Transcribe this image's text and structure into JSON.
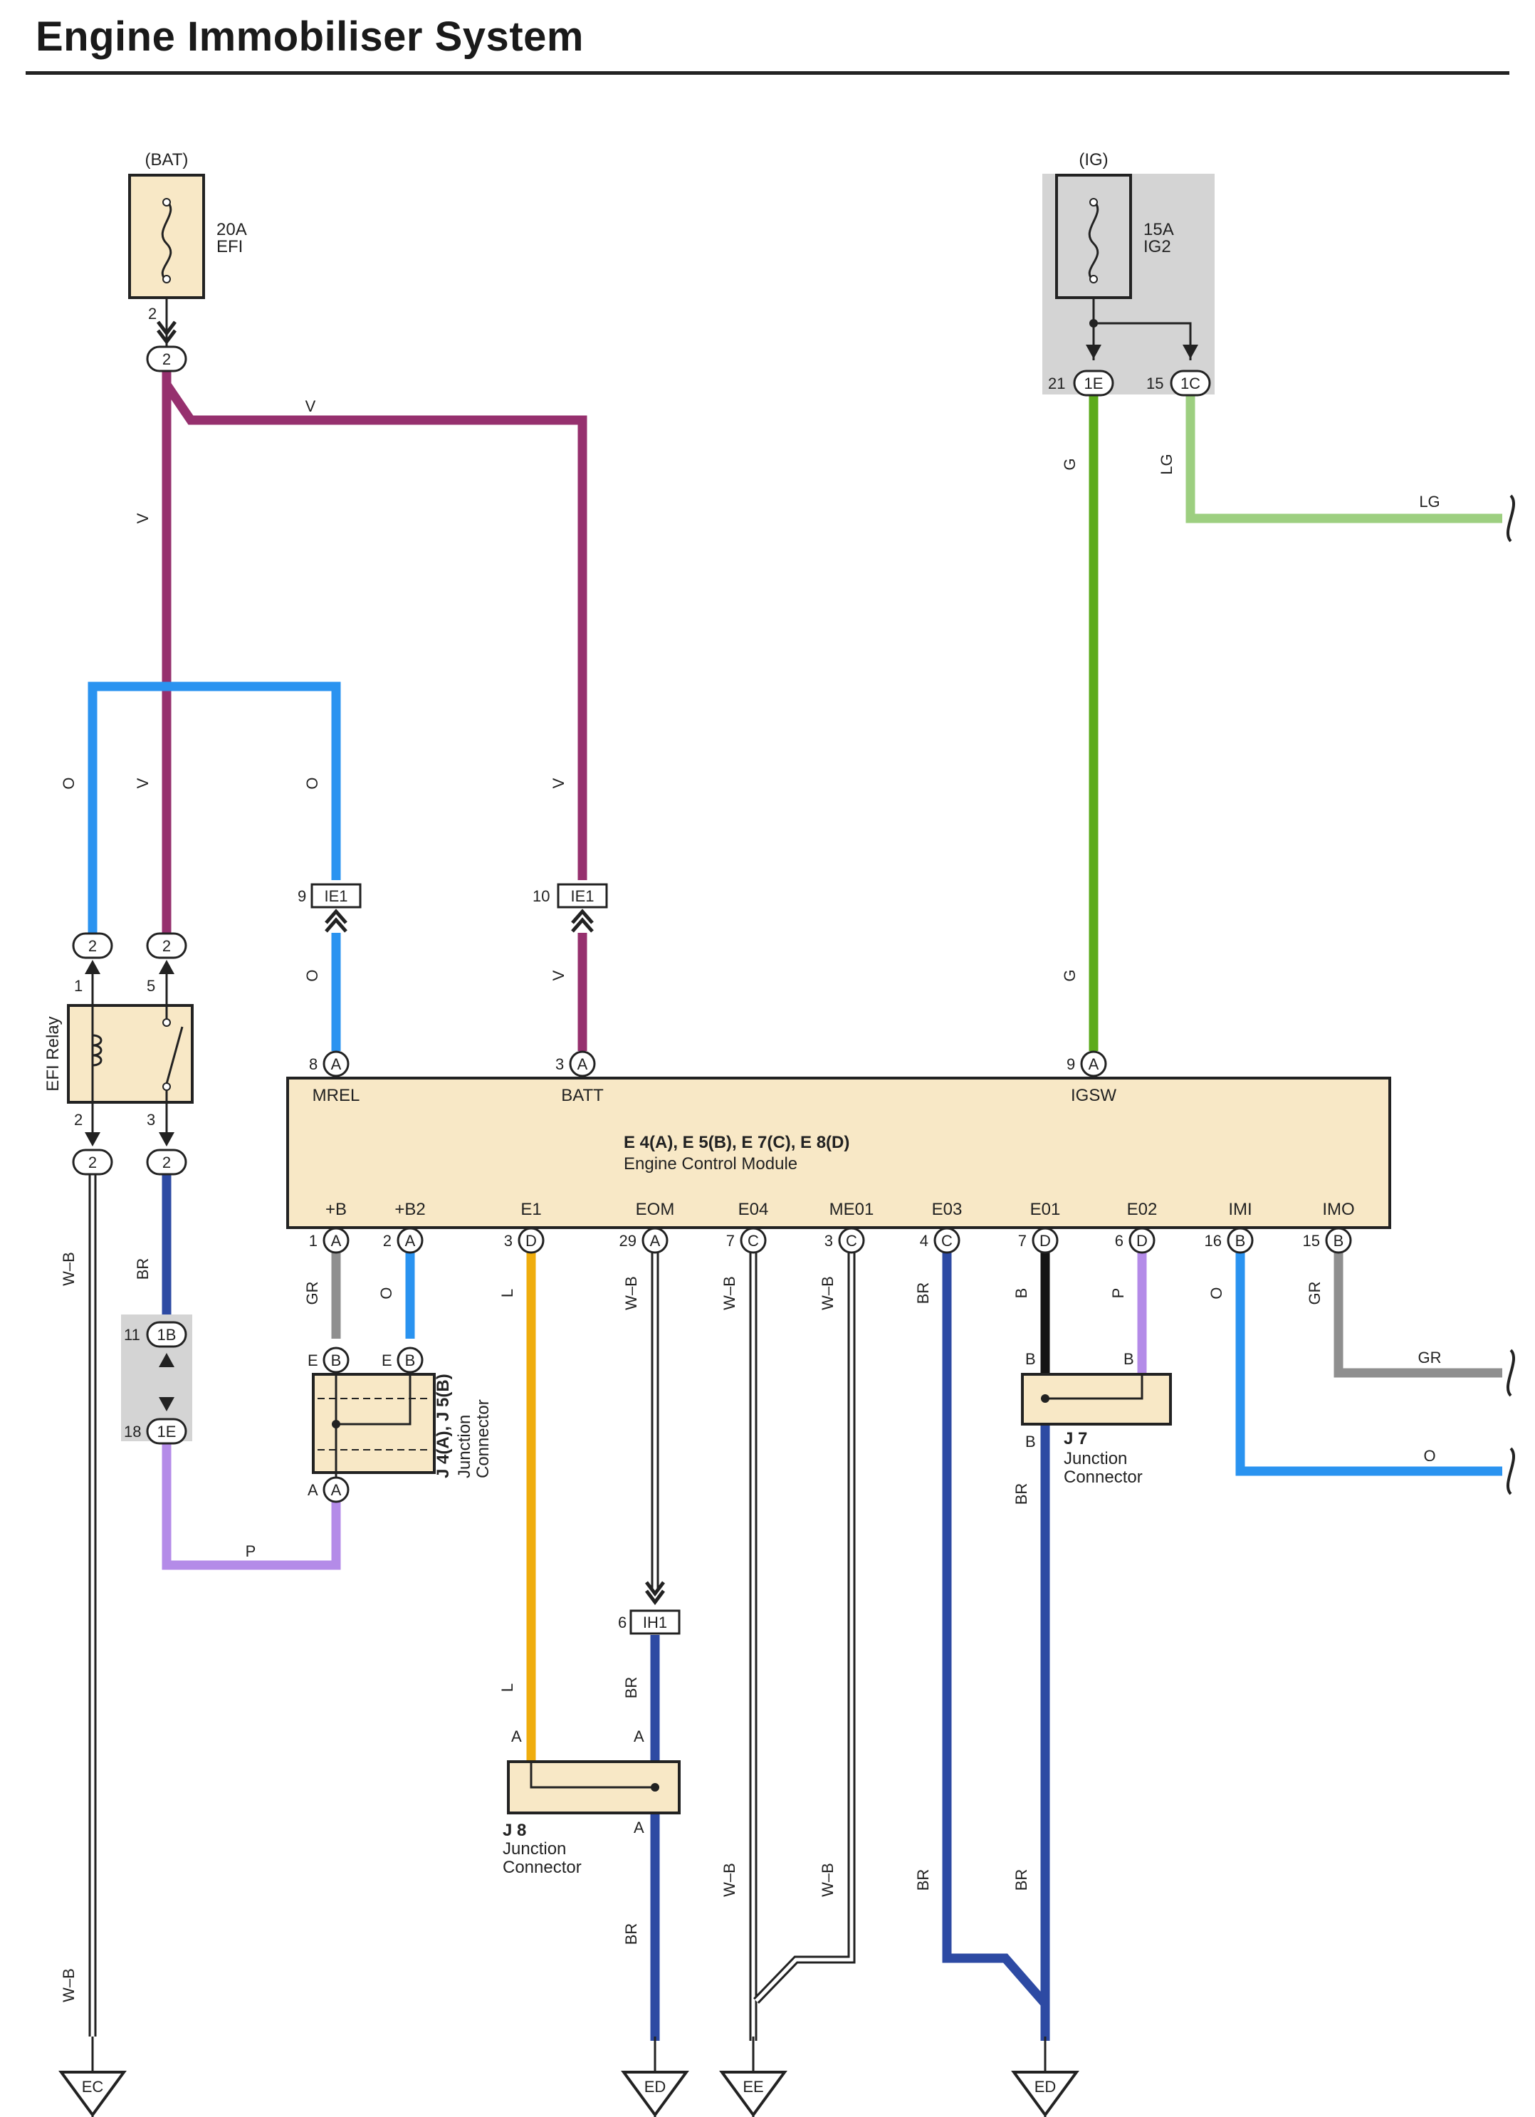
{
  "title": "Engine Immobiliser System",
  "colors": {
    "V": "#96306e",
    "O": "#2a93f0",
    "G": "#5cab1c",
    "LG": "#9dcf80",
    "BR": "#2d4aa3",
    "L": "#efad0e",
    "P": "#b48be8",
    "GR": "#8f8f8f",
    "B": "#141414",
    "component_fill": "#f8e8c6",
    "shade": "#d4d4d4"
  },
  "power": {
    "bat_label": "(BAT)",
    "efi_fuse": {
      "rating": "20A",
      "name": "EFI"
    },
    "ig_label": "(IG)",
    "ig2_fuse": {
      "rating": "15A",
      "name": "IG2"
    }
  },
  "relay": {
    "name": "EFI Relay"
  },
  "ecm": {
    "title": "E 4(A), E 5(B), E 7(C), E 8(D)",
    "subtitle": "Engine Control Module",
    "top_terminals": [
      "MREL",
      "BATT",
      "IGSW"
    ],
    "bottom_terminals": [
      "+B",
      "+B2",
      "E1",
      "EOM",
      "E04",
      "ME01",
      "E03",
      "E01",
      "E02",
      "IMI",
      "IMO"
    ]
  },
  "junctions": {
    "j4j5": {
      "title": "J 4(A), J 5(B)",
      "sub1": "Junction",
      "sub2": "Connector"
    },
    "j7": {
      "title": "J 7",
      "sub1": "Junction",
      "sub2": "Connector"
    },
    "j8": {
      "title": "J 8",
      "sub1": "Junction",
      "sub2": "Connector"
    }
  },
  "connectors": {
    "ie1": "IE1",
    "ih1": "IH1",
    "c1b": "1B",
    "c1e": "1E",
    "c1c": "1C",
    "c2": "2"
  },
  "pins": {
    "fuse_out": "2",
    "relay1": "1",
    "relay5": "5",
    "relay2": "2",
    "relay3": "3",
    "ie1_9": "9",
    "ie1_10": "10",
    "mrel": "8",
    "batt": "3",
    "igsw": "9",
    "p11": "11",
    "p18": "18",
    "p21": "21",
    "p15": "15",
    "ih1_6": "6",
    "b_pins": [
      "1",
      "2",
      "3",
      "29",
      "7",
      "3",
      "4",
      "7",
      "6",
      "16",
      "15"
    ],
    "b_letters": [
      "A",
      "A",
      "D",
      "A",
      "C",
      "C",
      "C",
      "D",
      "D",
      "B",
      "B"
    ]
  },
  "grounds": [
    "EC",
    "ED",
    "EE",
    "ED"
  ],
  "wire_labels": {
    "v": "V",
    "o": "O",
    "g": "G",
    "lg": "LG",
    "br": "BR",
    "wb": "W–B",
    "l": "L",
    "p": "P",
    "gr": "GR",
    "b": "B"
  },
  "junction_letters": {
    "a": "A",
    "b": "B",
    "e": "E"
  }
}
